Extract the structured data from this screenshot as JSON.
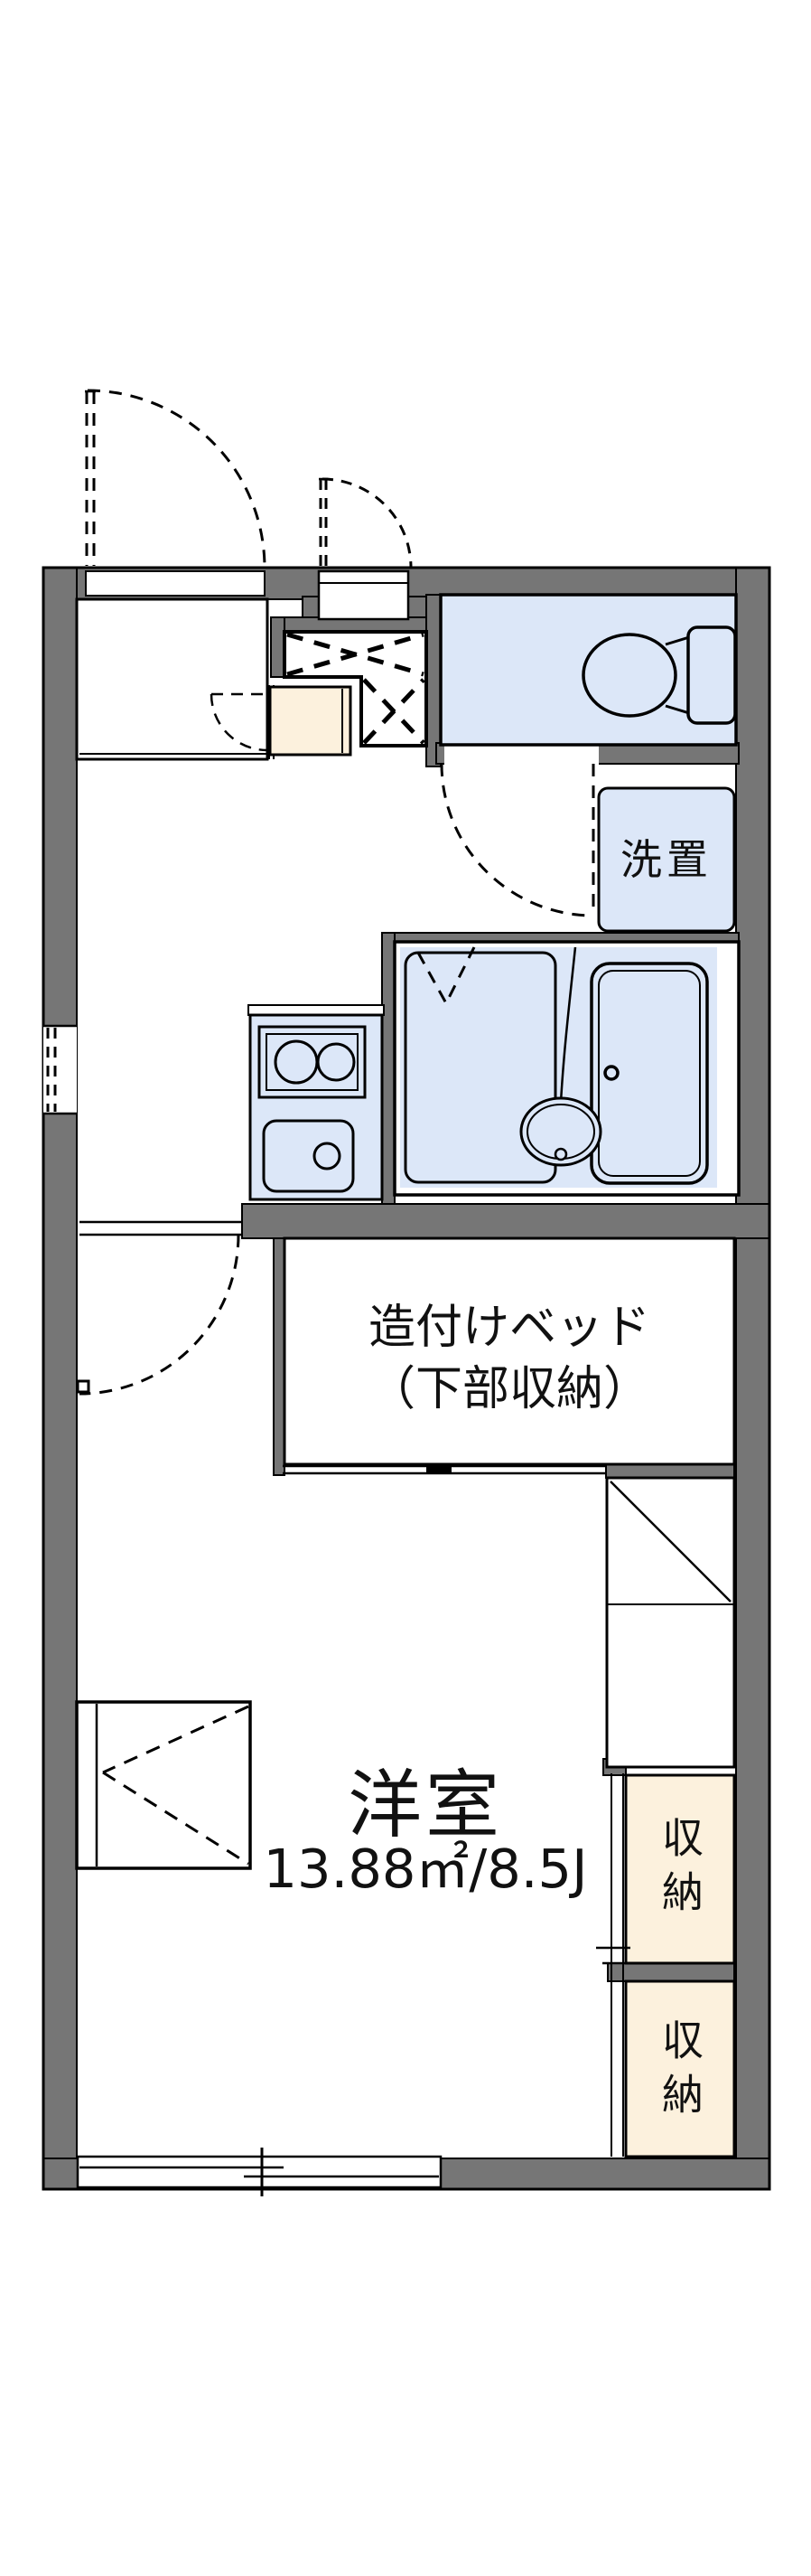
{
  "floor_plan": {
    "labels": {
      "laundry": "洗置",
      "bed_line1": "造付けベッド",
      "bed_line2": "（下部収納）",
      "main_room_name": "洋室",
      "main_room_area": "13.88㎡/8.5J",
      "storage_upper": "収納",
      "storage_lower": "収納"
    },
    "colors": {
      "wall_gray": "#767676",
      "water_fixture_blue": "#dce7f8",
      "storage_cream": "#fcf1dd",
      "line_black": "#000000",
      "background": "#ffffff"
    }
  }
}
